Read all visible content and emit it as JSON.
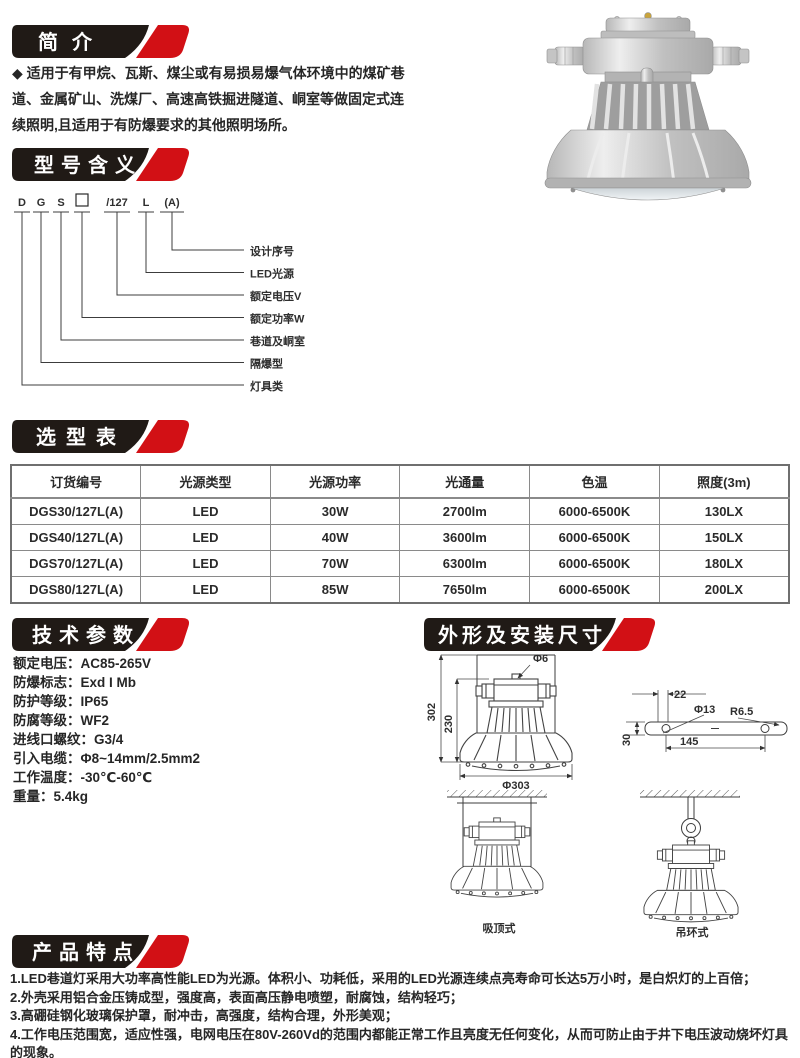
{
  "colors": {
    "banner_black": "#201a16",
    "banner_red": "#d21015",
    "text": "#262626"
  },
  "intro": {
    "title": "简介",
    "body": "◆ 适用于有甲烷、瓦斯、煤尘或有易损易爆气体环境中的煤矿巷道、金属矿山、洗煤厂、高速高铁掘进隧道、峒室等做固定式连续照明,且适用于有防爆要求的其他照明场所。"
  },
  "model": {
    "title": "型号含义",
    "code": {
      "c0": "D",
      "c1": "G",
      "c2": "S",
      "c3": "□",
      "c4": "/127",
      "c5": "L",
      "c6": "(A)"
    },
    "labels": [
      "设计序号",
      "LED光源",
      "额定电压V",
      "额定功率W",
      "巷道及峒室",
      "隔爆型",
      "灯具类"
    ]
  },
  "selection": {
    "title": "选型表",
    "headers": [
      "订货编号",
      "光源类型",
      "光源功率",
      "光通量",
      "色温",
      "照度(3m)"
    ],
    "rows": [
      [
        "DGS30/127L(A)",
        "LED",
        "30W",
        "2700lm",
        "6000-6500K",
        "130LX"
      ],
      [
        "DGS40/127L(A)",
        "LED",
        "40W",
        "3600lm",
        "6000-6500K",
        "150LX"
      ],
      [
        "DGS70/127L(A)",
        "LED",
        "70W",
        "6300lm",
        "6000-6500K",
        "180LX"
      ],
      [
        "DGS80/127L(A)",
        "LED",
        "85W",
        "7650lm",
        "6000-6500K",
        "200LX"
      ]
    ]
  },
  "tech": {
    "title": "技术参数",
    "params": [
      {
        "label": "额定电压：",
        "value": "AC85-265V"
      },
      {
        "label": "防爆标志：",
        "value": "Exd I Mb"
      },
      {
        "label": "防护等级：",
        "value": "IP65"
      },
      {
        "label": "防腐等级：",
        "value": "WF2"
      },
      {
        "label": "进线口螺纹：",
        "value": "G3/4"
      },
      {
        "label": "引入电缆：",
        "value": "Φ8~14mm/2.5mm2"
      },
      {
        "label": "工作温度：",
        "value": "-30℃-60℃"
      },
      {
        "label": "重量：",
        "value": "5.4kg"
      }
    ]
  },
  "dimensions": {
    "title": "外形及安装尺寸",
    "front": {
      "total_height": "302",
      "body_height": "230",
      "top_hole": "Φ6",
      "diameter": "Φ303"
    },
    "bracket": {
      "slot_width": "22",
      "hole_dia": "Φ13",
      "corner_radius": "R6.5",
      "hole_spacing": "145",
      "bar_width": "30"
    },
    "mounts": {
      "ceiling": "吸顶式",
      "ring": "吊环式"
    }
  },
  "features": {
    "title": "产品特点",
    "items": [
      "1.LED巷道灯采用大功率高性能LED为光源。体积小、功耗低，采用的LED光源连续点亮寿命可长达5万小时，是白炽灯的上百倍；",
      "2.外壳采用铝合金压铸成型，强度高，表面高压静电喷塑，耐腐蚀，结构轻巧；",
      "3.高硼硅钢化玻璃保护罩，耐冲击，高强度，结构合理，外形美观；",
      "4.工作电压范围宽，适应性强，电网电压在80V-260Vd的范围内都能正常工作且亮度无任何变化，从而可防止由于井下电压波动烧坏灯具的现象。"
    ]
  }
}
